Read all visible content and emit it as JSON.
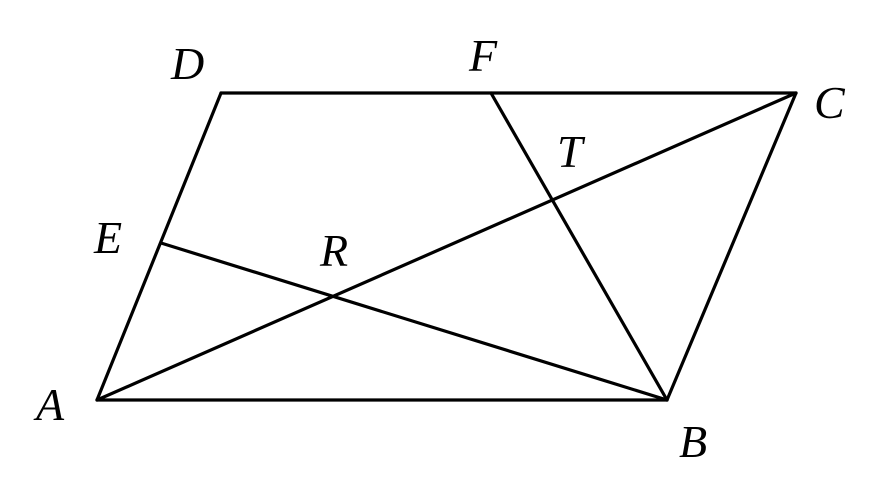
{
  "diagram": {
    "points": {
      "A": {
        "label": "A"
      },
      "B": {
        "label": "B"
      },
      "C": {
        "label": "C"
      },
      "D": {
        "label": "D"
      },
      "E": {
        "label": "E"
      },
      "F": {
        "label": "F"
      },
      "R": {
        "label": "R"
      },
      "T": {
        "label": "T"
      }
    },
    "segments": [
      {
        "from": "A",
        "to": "B"
      },
      {
        "from": "B",
        "to": "C"
      },
      {
        "from": "C",
        "to": "D"
      },
      {
        "from": "D",
        "to": "A"
      },
      {
        "from": "A",
        "to": "C"
      },
      {
        "from": "E",
        "to": "B"
      },
      {
        "from": "F",
        "to": "B"
      }
    ],
    "colors": {
      "stroke": "#000000",
      "background": "#ffffff"
    }
  }
}
